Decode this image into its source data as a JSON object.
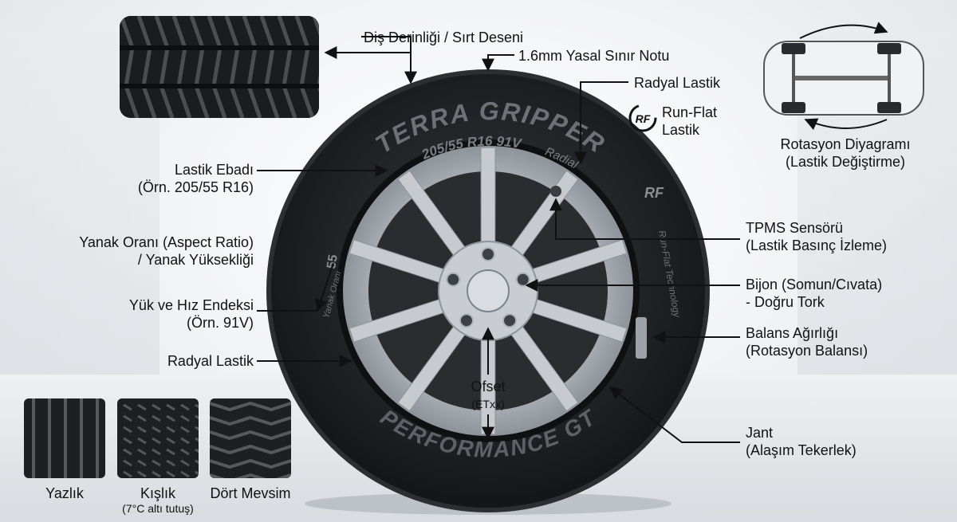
{
  "labels": {
    "tread_depth": "Diş Derinliği / Sırt Deseni",
    "legal_limit": "1.6mm Yasal Sınır Notu",
    "radial_top": "Radyal Lastik",
    "run_flat_l1": "Run-Flat",
    "run_flat_l2": "Lastik",
    "rotation_l1": "Rotasyon Diyagramı",
    "rotation_l2": "(Lastik Değiştirme)",
    "tire_size_l1": "Lastik Ebadı",
    "tire_size_l2": "(Örn. 205/55 R16)",
    "aspect_l1": "Yanak Oranı (Aspect Ratio)",
    "aspect_l2": "/ Yanak Yüksekliği",
    "load_l1": "Yük ve Hız Endeksi",
    "load_l2": "(Örn. 91V)",
    "radial_left": "Radyal Lastik",
    "tpms_l1": "TPMS Sensörü",
    "tpms_l2": "(Lastik Basınç İzleme)",
    "lug_l1": "Bijon (Somun/Cıvata)",
    "lug_l2": "- Doğru Tork",
    "balance_l1": "Balans Ağırlığı",
    "balance_l2": "(Rotasyon Balansı)",
    "offset_l1": "Ofset",
    "offset_l2": "(ETxx)",
    "rim_l1": "Jant",
    "rim_l2": "(Alaşım Tekerlek)",
    "summer": "Yazlık",
    "winter": "Kışlık",
    "winter_note": "(7°C altı tutuş)",
    "all_season": "Dört Mevsim"
  },
  "tire_text": {
    "brand": "TERRA GRIPPER",
    "size": "205/55 R16 91V",
    "radial": "Radial",
    "bottom": "PERFORMANCE GT",
    "rf_badge": "RF",
    "runflat_side": "Run-Flat Technology",
    "aspect_side": "Yanak Oranı",
    "aspect_num": "55"
  },
  "colors": {
    "arrow": "#111111",
    "tire": "#1c1d1f",
    "rim": "#b9bdc2"
  }
}
